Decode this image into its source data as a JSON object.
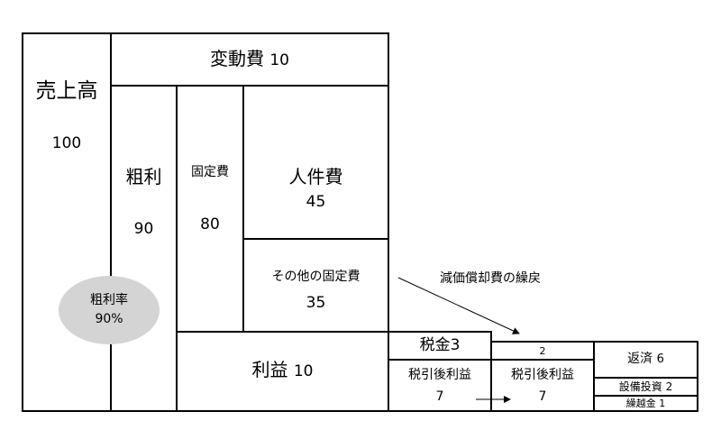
{
  "sales": {
    "label": "売上高",
    "value": "100"
  },
  "gross_profit": {
    "label": "粗利",
    "value": "90"
  },
  "gross_margin": {
    "label": "粗利率",
    "value": "90%"
  },
  "variable_cost": {
    "label": "変動費",
    "value": "10"
  },
  "fixed_cost": {
    "label": "固定費",
    "value": "80"
  },
  "personnel_cost": {
    "label": "人件費",
    "value": "45"
  },
  "other_fixed_cost": {
    "label": "その他の固定費",
    "value": "35"
  },
  "profit": {
    "label": "利益",
    "value": "10"
  },
  "tax": {
    "label": "税金",
    "value": "3"
  },
  "after_tax_profit": {
    "label": "税引後利益",
    "value": "7"
  },
  "after_tax_profit_2": {
    "label": "税引後利益",
    "value": "7"
  },
  "depreciation_addback": {
    "label": "減価償却費の繰戻",
    "value": "2"
  },
  "repayment": {
    "label": "返済",
    "value": "6"
  },
  "capex": {
    "label": "設備投資",
    "value": "2"
  },
  "carry_forward": {
    "label": "繰越金",
    "value": "1"
  },
  "colors": {
    "line": "#000000",
    "ellipse": "#d4d4d4",
    "background": "#ffffff"
  }
}
